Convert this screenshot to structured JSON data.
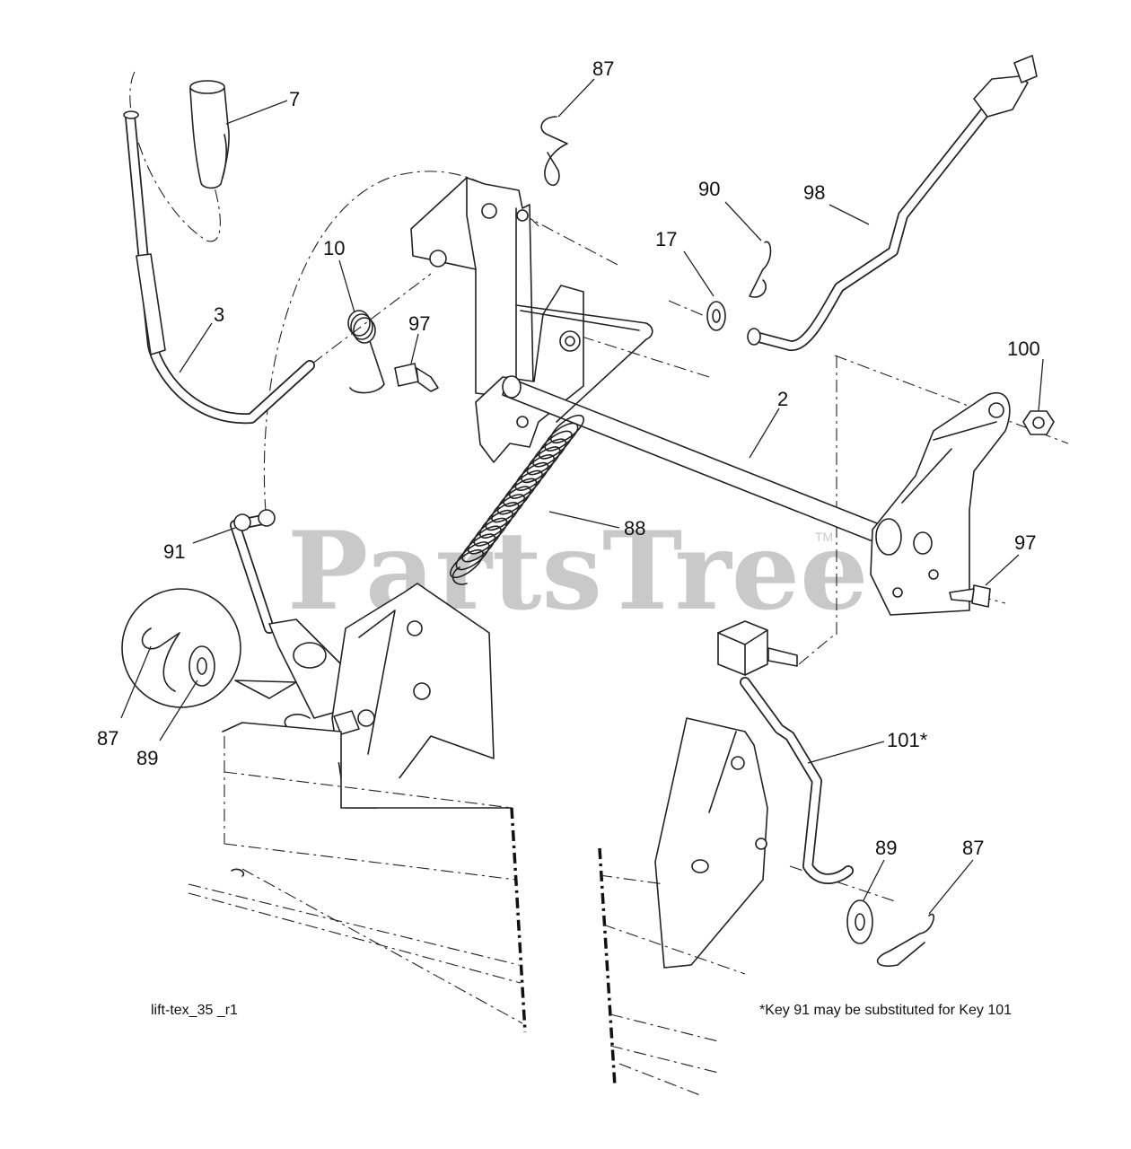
{
  "diagram": {
    "watermark": "PartsTree",
    "watermark_mark": "TM",
    "figure_code": "lift-tex_35 _r1",
    "footnote": "*Key 91 may be substituted for Key 101",
    "callouts": {
      "c7": "7",
      "c87_top": "87",
      "c90": "90",
      "c98": "98",
      "c17": "17",
      "c10": "10",
      "c3": "3",
      "c97_left": "97",
      "c100": "100",
      "c2": "2",
      "c88": "88",
      "c97_right": "97",
      "c91": "91",
      "c87_inset": "87",
      "c89_inset": "89",
      "c101": "101*",
      "c89_right": "89",
      "c87_right": "87"
    }
  }
}
